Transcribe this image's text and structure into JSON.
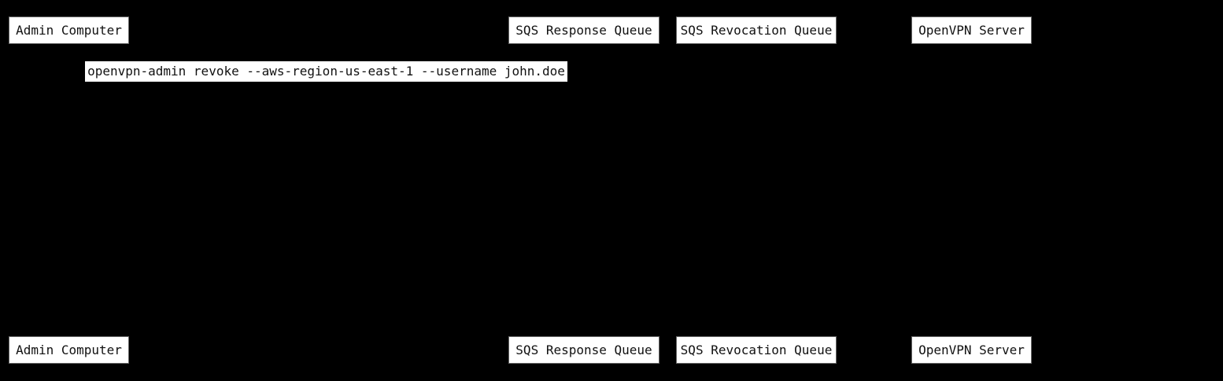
{
  "diagram": {
    "kind": "sequence-diagram",
    "actors": [
      {
        "label": "Admin Computer"
      },
      {
        "label": "SQS Response Queue"
      },
      {
        "label": "SQS Revocation Queue"
      },
      {
        "label": "OpenVPN Server"
      }
    ],
    "messages": [
      {
        "label": "openvpn-admin revoke --aws-region-us-east-1 --username john.doe"
      }
    ],
    "colors": {
      "canvas_bg": "#000000",
      "actor_fill": "#ffffff",
      "actor_border": "#666666",
      "actor_text": "#111111",
      "message_fill": "#ffffff",
      "message_text": "#111111"
    }
  }
}
